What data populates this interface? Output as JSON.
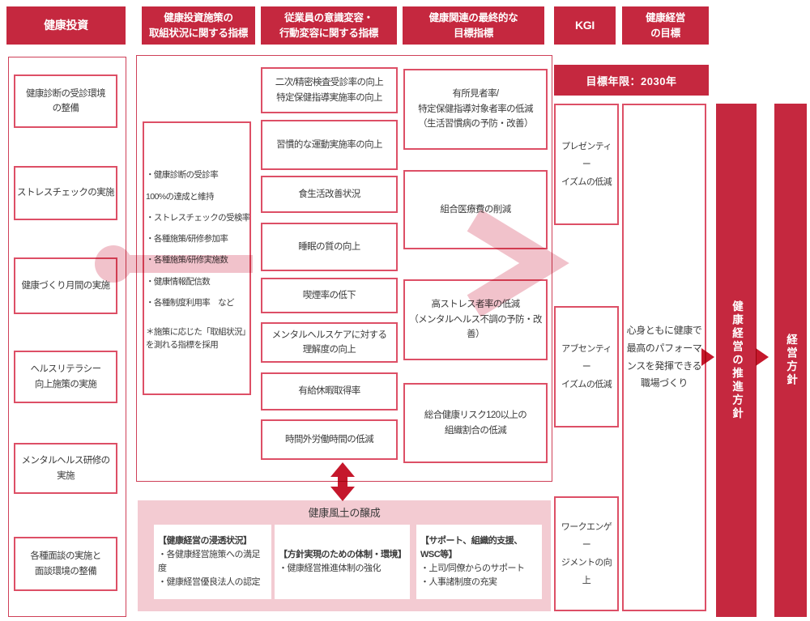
{
  "accent_color": "#c5283f",
  "pink_color": "#f3cbd2",
  "headers": [
    {
      "label": "健康投資"
    },
    {
      "label": "健康投資施策の\n取組状況に関する指標"
    },
    {
      "label": "従業員の意識変容・\n行動変容に関する指標"
    },
    {
      "label": "健康関連の最終的な\n目標指標"
    },
    {
      "label": "KGI"
    },
    {
      "label": "健康経営\nの目標"
    }
  ],
  "goal_deadline": "目標年限：2030年",
  "investment_items": [
    {
      "label": "健康診断の受診環境\nの整備"
    },
    {
      "label": "ストレスチェックの実施"
    },
    {
      "label": "健康づくり月間の実施"
    },
    {
      "label": "ヘルスリテラシー\n向上施策の実施"
    },
    {
      "label": "メンタルヘルス研修の\n実施"
    },
    {
      "label": "各種面談の実施と\n面談環境の整備"
    }
  ],
  "effort_indicators": {
    "bullets": "・健康診断の受診率\n100%の達成と維持\n・ストレスチェックの受検率\n・各種施策/研修参加率\n・各種施策/研修実施数\n・健康情報配信数\n・各種制度利用率　など",
    "note": "＊施策に応じた「取組状況」を測れる指標を採用"
  },
  "behavior_indicators": [
    {
      "label": "二次/精密検査受診率の向上\n特定保健指導実施率の向上"
    },
    {
      "label": "習慣的な運動実施率の向上"
    },
    {
      "label": "食生活改善状況"
    },
    {
      "label": "睡眠の質の向上"
    },
    {
      "label": "喫煙率の低下"
    },
    {
      "label": "メンタルヘルスケアに対する\n理解度の向上"
    },
    {
      "label": "有給休暇取得率"
    },
    {
      "label": "時間外労働時間の低減"
    }
  ],
  "final_indicators": [
    {
      "label": "有所見者率/\n特定保健指導対象者率の低減\n（生活習慣病の予防・改善）"
    },
    {
      "label": "組合医療費の削減"
    },
    {
      "label": "高ストレス者率の低減\n（メンタルヘルス不調の予防・改\n善）"
    },
    {
      "label": "総合健康リスク120以上の\n組織割合の低減"
    }
  ],
  "kgi_items": [
    {
      "label": "プレゼンティー\nイズムの低減"
    },
    {
      "label": "アブセンティー\nイズムの低減"
    },
    {
      "label": "ワークエンゲー\nジメントの向上"
    }
  ],
  "management_goal": {
    "label": "心身ともに健康で\n最高のパフォーマ\nンスを発揮できる\n職場づくり"
  },
  "policy_bars": [
    {
      "label": "健康経営の推進方針"
    },
    {
      "label": "経営方針"
    }
  ],
  "culture_section": {
    "title": "健康風土の醸成",
    "boxes": [
      {
        "heading": "【健康経営の浸透状況】",
        "body": "・各健康経営施策への満足度\n・健康経営優良法人の認定"
      },
      {
        "heading": "【方針実現のための体制・環境】",
        "body": "・健康経営推進体制の強化"
      },
      {
        "heading": "【サポート、組織的支援、\nWSC等】",
        "body": "・上司/同僚からのサポート\n・人事諸制度の充実"
      }
    ]
  }
}
